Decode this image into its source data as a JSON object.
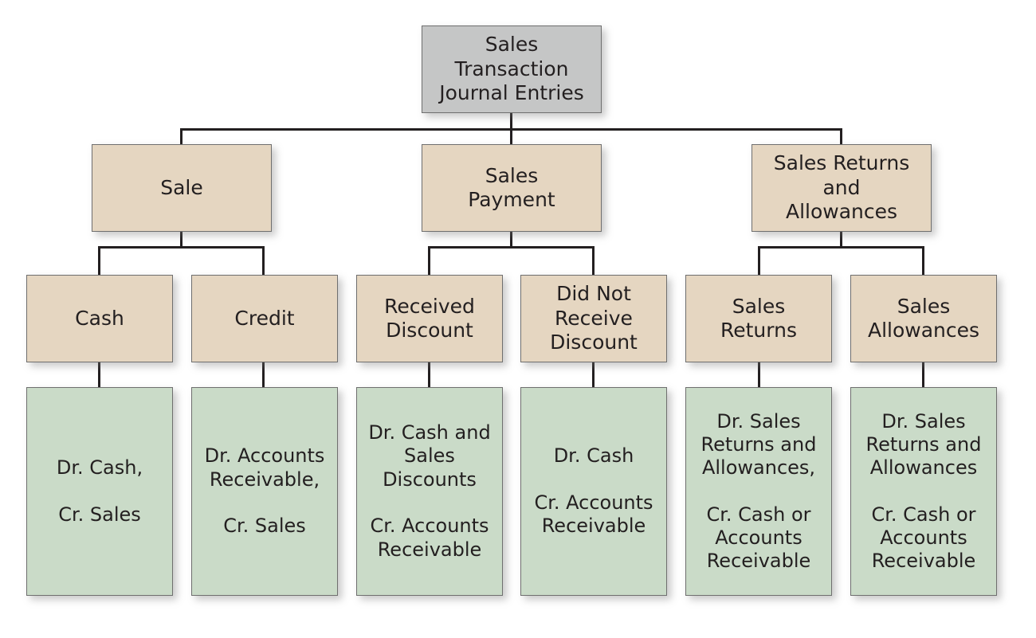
{
  "diagram": {
    "title": "Sales Transaction Journal Entries",
    "type": "org-tree",
    "colors": {
      "root_fill": "#c5c6c6",
      "branch_fill": "#e5d6c1",
      "entry_fill": "#cadbc8",
      "border": "#6f6f6f",
      "connector": "#231f20",
      "background": "#ffffff"
    }
  },
  "root": {
    "label": "Sales\nTransaction\nJournal Entries"
  },
  "branches": [
    {
      "label": "Sale"
    },
    {
      "label": "Sales\nPayment"
    },
    {
      "label": "Sales Returns\nand\nAllowances"
    }
  ],
  "subbranches": [
    {
      "label": "Cash"
    },
    {
      "label": "Credit"
    },
    {
      "label": "Received\nDiscount"
    },
    {
      "label": "Did Not\nReceive\nDiscount"
    },
    {
      "label": "Sales\nReturns"
    },
    {
      "label": "Sales\nAllowances"
    }
  ],
  "entries": [
    {
      "label": "Dr. Cash,\n\nCr. Sales"
    },
    {
      "label": "Dr. Accounts\nReceivable,\n\nCr. Sales"
    },
    {
      "label": "Dr. Cash and\nSales\nDiscounts\n\nCr. Accounts\nReceivable"
    },
    {
      "label": "Dr. Cash\n\nCr. Accounts\nReceivable"
    },
    {
      "label": "Dr. Sales\nReturns and\nAllowances,\n\nCr. Cash or\nAccounts\nReceivable"
    },
    {
      "label": "Dr. Sales\nReturns and\nAllowances\n\nCr. Cash or\nAccounts\nReceivable"
    }
  ]
}
